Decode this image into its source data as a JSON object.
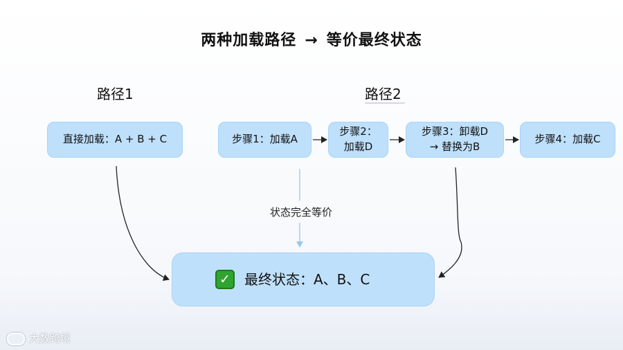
{
  "title": {
    "left": "两种加载路径",
    "arrow": "→",
    "right": "等价最终状态"
  },
  "paths": {
    "path1_label": "路径1",
    "path2_label": "路径2"
  },
  "boxes": {
    "direct": "直接加载：A + B + C",
    "step1": "步骤1：加载A",
    "step2": "步骤2：\n加载D",
    "step3": "步骤3：卸载D\n→ 替换为B",
    "step4": "步骤4：加载C",
    "final": "最终状态：A、B、C"
  },
  "equivalence_label": "状态完全等价",
  "watermark": "大数跨境",
  "colors": {
    "box_fill": "#bfe0fb",
    "arrow": "#222222",
    "dashed_arrow": "#9cc7ec",
    "check": "#2fa52f"
  },
  "icons": [
    "check-mark-icon",
    "arrow-right-icon"
  ]
}
